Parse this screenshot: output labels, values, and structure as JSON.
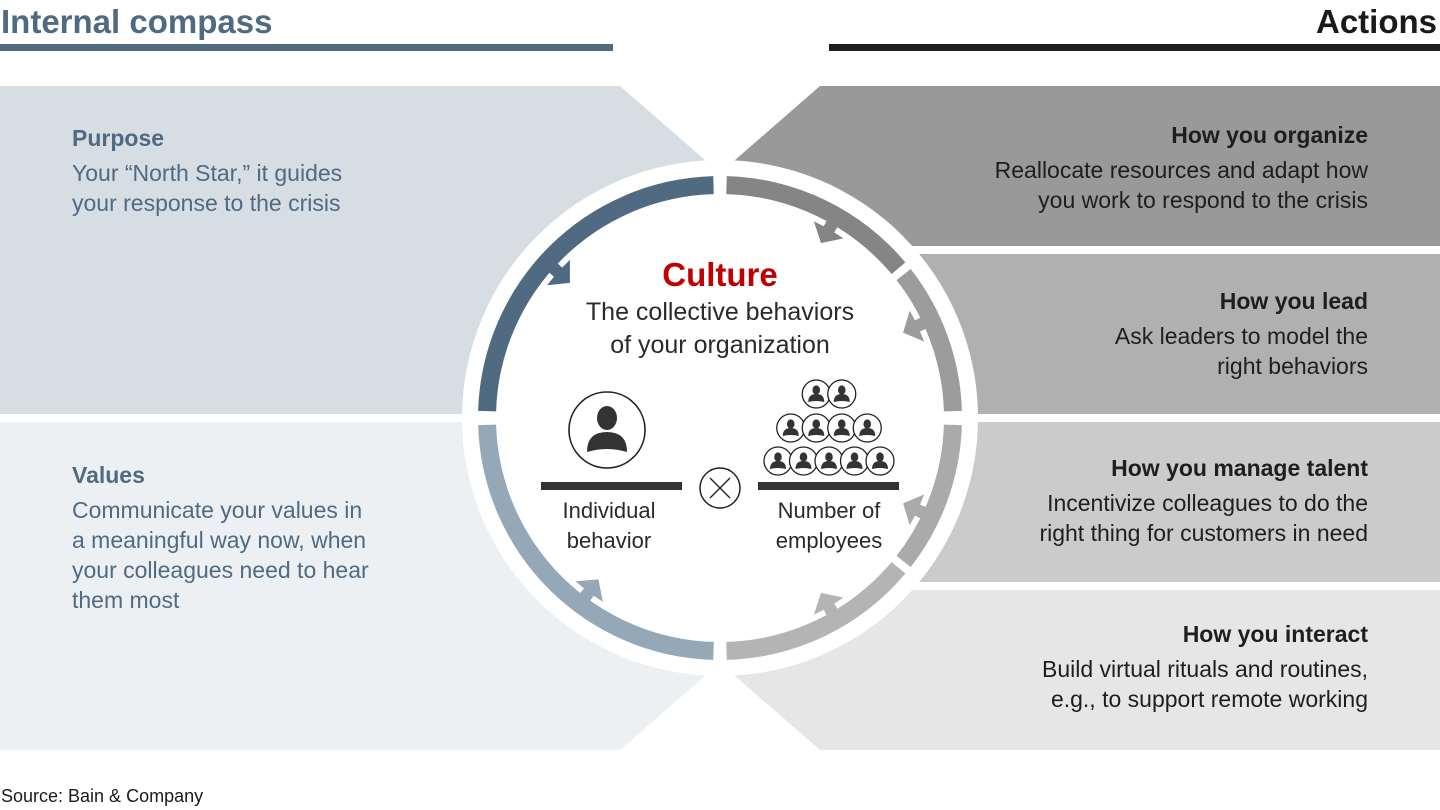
{
  "headers": {
    "left": "Internal compass",
    "right": "Actions"
  },
  "colors": {
    "compass_accent": "#506a82",
    "actions_accent": "#1e1e1e",
    "culture_red": "#c00000",
    "purpose_panel": "#d6dde3",
    "values_panel": "#edf0f3",
    "organize_panel": "#999999",
    "lead_panel": "#b0b0b0",
    "talent_panel": "#cbcbcb",
    "interact_panel": "#e6e6e6",
    "ring_purpose": "#506a82",
    "ring_values": "#94a8b8",
    "ring_organize": "#858585",
    "ring_lead": "#9c9c9c",
    "ring_talent": "#aaaaaa",
    "ring_interact": "#b4b4b4"
  },
  "compass": [
    {
      "title": "Purpose",
      "description": "Your “North Star,” it guides\nyour response to the crisis"
    },
    {
      "title": "Values",
      "description": "Communicate your values in\na meaningful way now, when\nyour colleagues need to hear\nthem most"
    }
  ],
  "actions": [
    {
      "title": "How you organize",
      "description": "Reallocate resources and adapt how\nyou work to respond to the crisis"
    },
    {
      "title": "How you lead",
      "description": "Ask leaders to model the\nright behaviors"
    },
    {
      "title": "How you manage talent",
      "description": "Incentivize colleagues to do the\nright thing for customers in need"
    },
    {
      "title": "How you interact",
      "description": "Build virtual rituals and routines,\ne.g., to support remote working"
    }
  ],
  "center": {
    "title": "Culture",
    "subtitle": "The collective behaviors\nof your organization",
    "left_factor": "Individual\nbehavior",
    "operator": "multiply",
    "right_factor": "Number of\nemployees",
    "people_rows": [
      2,
      4,
      5
    ]
  },
  "source": "Source: Bain & Company"
}
